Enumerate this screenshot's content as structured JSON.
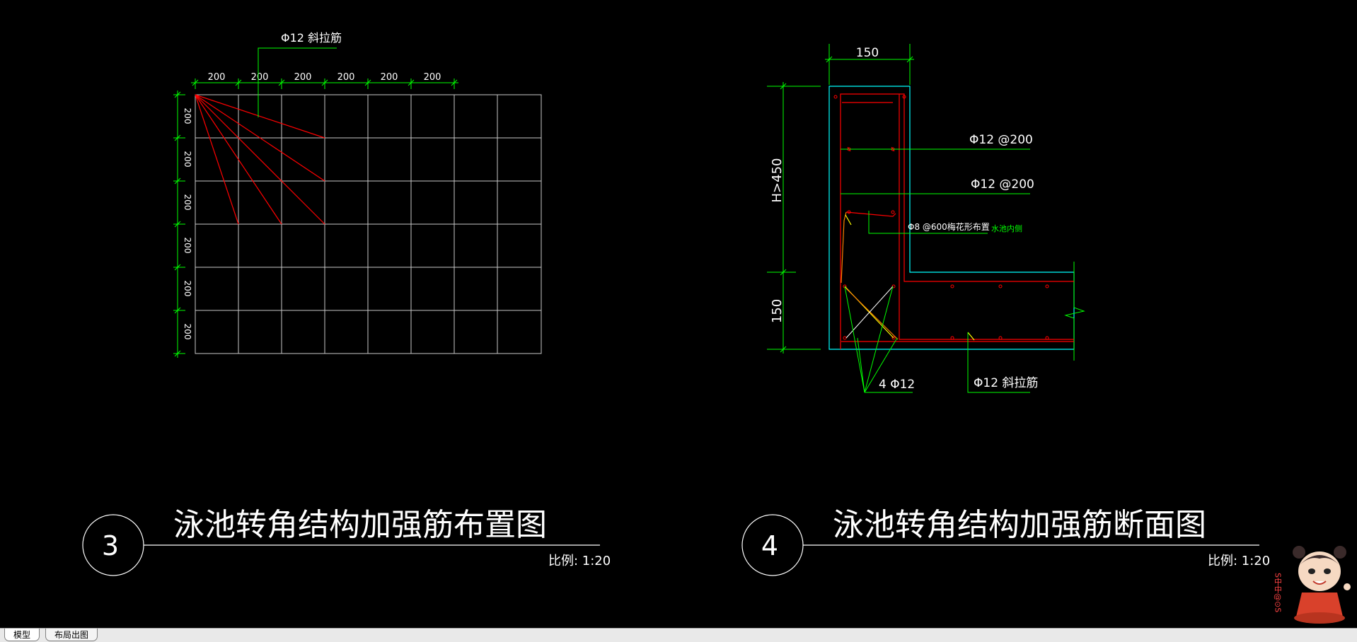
{
  "colors": {
    "background": "#000000",
    "white": "#ffffff",
    "grid": "#c8c8c8",
    "red": "#ff0000",
    "green": "#00ff00",
    "cyan": "#00ffff",
    "yellow": "#ffff00",
    "orange": "#ff8000"
  },
  "left_view": {
    "label": "Φ12 斜拉筋",
    "top_dims": [
      "200",
      "200",
      "200",
      "200",
      "200",
      "200"
    ],
    "side_dims": [
      "200",
      "200",
      "200",
      "200",
      "200",
      "200"
    ],
    "title": "泳池转角结构加强筋布置图",
    "number": "3",
    "scale": "比例: 1:20"
  },
  "right_view": {
    "top_dim": "150",
    "side_dim_upper": "H>450",
    "side_dim_lower": "150",
    "label_1": "Φ12 @200",
    "label_2": "Φ12 @200",
    "label_3": "Φ8 @600梅花形布置",
    "label_3_note": "水池内侧",
    "label_4": "4 Φ12",
    "label_5": "Φ12 斜拉筋",
    "title": "泳池转角结构加强筋断面图",
    "number": "4",
    "scale": "比例: 1:20"
  },
  "tabs": [
    {
      "label": "模型",
      "active": true
    },
    {
      "label": "布局出图",
      "active": false
    }
  ],
  "mascot": {
    "side_text": "S中中@⊙S"
  }
}
